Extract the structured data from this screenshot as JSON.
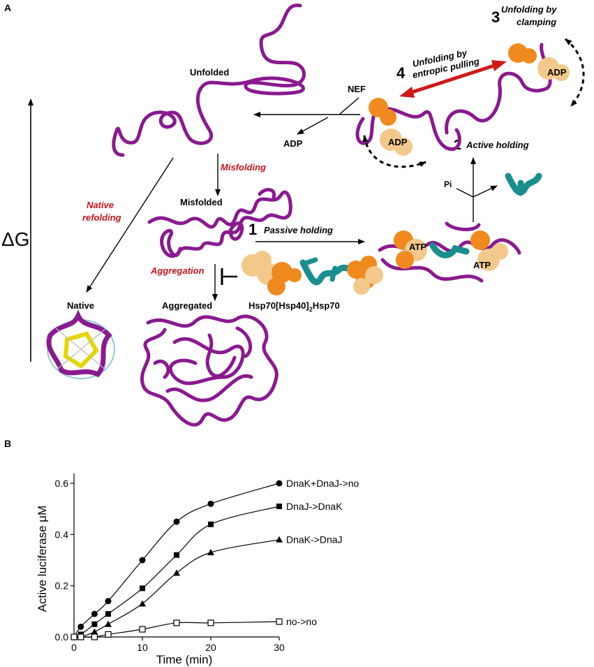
{
  "panel_a": {
    "panel_label": "A",
    "delta_g": "ΔG",
    "states": {
      "unfolded": "Unfolded",
      "misfolded": "Misfolded",
      "native": "Native",
      "aggregated": "Aggregated"
    },
    "processes": {
      "misfolding": "Misfolding",
      "native_refolding_1": "Native",
      "native_refolding_2": "refolding",
      "aggregation": "Aggregation"
    },
    "steps": {
      "step1_num": "1",
      "step1": "Passive holding",
      "step2_num": "2",
      "step2": "Active holding",
      "step3_num": "3",
      "step3_line1": "Unfolding by",
      "step3_line2": "clamping",
      "step4_num": "4",
      "step4_line1": "Unfolding by",
      "step4_line2": "entropic pulling"
    },
    "molecules": {
      "nef": "NEF",
      "adp_release": "ADP",
      "pi": "Pi",
      "atp": "ATP",
      "adp": "ADP",
      "complex_a": "Hsp70[Hsp40]",
      "complex_sub": "2",
      "complex_b": "Hsp70"
    },
    "colors": {
      "substrate": "#8a1a8f",
      "hsp70_nbd": "#f08a1e",
      "hsp70_sbd": "#f3c98b",
      "hsp40": "#1a8e8e",
      "red_label": "#c8141e",
      "pull_arrow": "#d01818"
    }
  },
  "panel_b": {
    "panel_label": "B",
    "chart_data": {
      "type": "line",
      "xlabel": "Time (min)",
      "ylabel": "Active luciferase μM",
      "xlim": [
        0,
        30
      ],
      "ylim": [
        0,
        0.6
      ],
      "xticks": [
        0,
        10,
        20,
        30
      ],
      "yticks": [
        0.0,
        0.2,
        0.4,
        0.6
      ],
      "ytick_labels": [
        "0.0",
        "0.2",
        "0.4",
        "0.6"
      ],
      "series": [
        {
          "name": "DnaK+DnaJ->no",
          "marker": "circle-filled",
          "x": [
            0,
            1,
            3,
            5,
            10,
            15,
            20,
            30
          ],
          "y": [
            0.0,
            0.04,
            0.09,
            0.14,
            0.3,
            0.45,
            0.52,
            0.6
          ]
        },
        {
          "name": "DnaJ->DnaK",
          "marker": "square-filled",
          "x": [
            0,
            1,
            3,
            5,
            10,
            15,
            20,
            30
          ],
          "y": [
            0.0,
            0.01,
            0.05,
            0.09,
            0.19,
            0.32,
            0.44,
            0.51
          ]
        },
        {
          "name": "DnaK->DnaJ",
          "marker": "triangle-filled",
          "x": [
            0,
            1,
            3,
            5,
            10,
            15,
            20,
            30
          ],
          "y": [
            0.0,
            0.0,
            0.02,
            0.05,
            0.13,
            0.25,
            0.33,
            0.38
          ]
        },
        {
          "name": "no->no",
          "marker": "square-open",
          "x": [
            0,
            1,
            3,
            5,
            10,
            15,
            20,
            30
          ],
          "y": [
            0.0,
            0.0,
            0.0,
            0.01,
            0.03,
            0.055,
            0.055,
            0.06
          ]
        }
      ]
    }
  }
}
